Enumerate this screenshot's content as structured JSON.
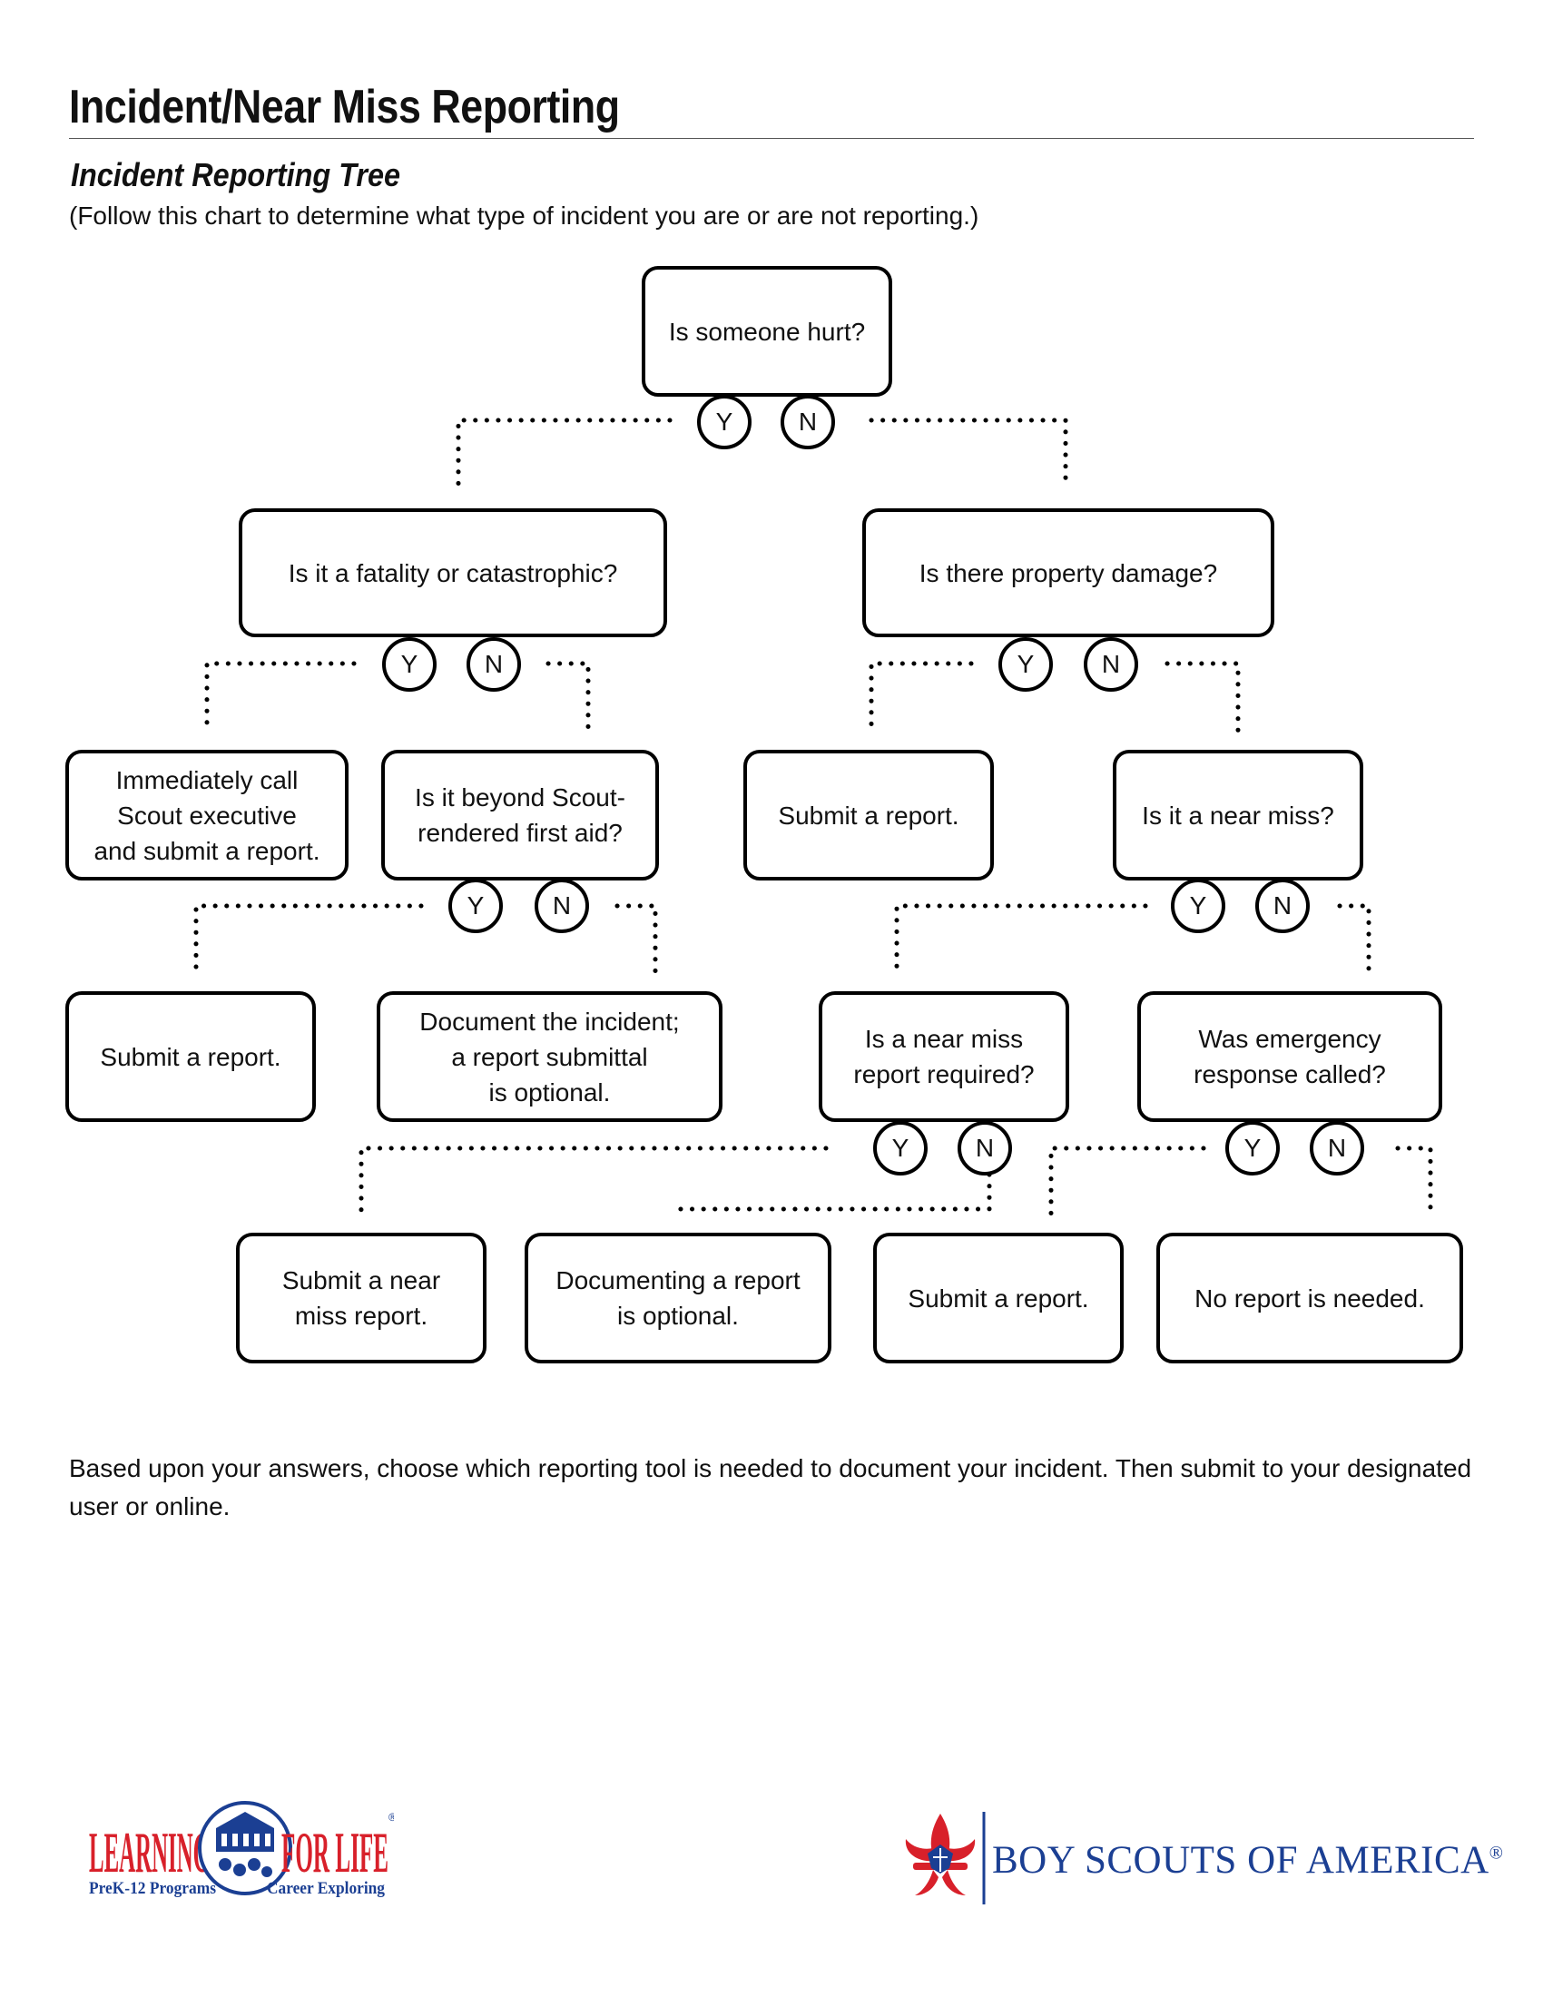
{
  "header": {
    "title": "Incident/Near Miss Reporting",
    "subtitle": "Incident Reporting Tree",
    "intro": "(Follow this chart to determine what type of incident you are or are not reporting.)"
  },
  "tree": {
    "yes": "Y",
    "no": "N",
    "nodes": {
      "someone_hurt": "Is someone hurt?",
      "fatality": "Is it a fatality or catastrophic?",
      "property_damage": "Is there property damage?",
      "call_executive": "Immediately call\nScout executive\nand submit a report.",
      "beyond_first_aid": "Is it beyond Scout-\nrendered first aid?",
      "submit_report_pd": "Submit a report.",
      "near_miss": "Is it a near miss?",
      "submit_report_fa": "Submit a report.",
      "document_incident": "Document the incident;\na report submittal\nis optional.",
      "near_miss_required": "Is a near miss\nreport required?",
      "emergency_response": "Was emergency\nresponse called?",
      "submit_near_miss": "Submit a near\nmiss report.",
      "documenting_optional": "Documenting a report\nis optional.",
      "submit_report_er": "Submit a report.",
      "no_report": "No report is needed."
    }
  },
  "footer": {
    "text": "Based upon your answers, choose which reporting tool is needed to document your incident. Then submit to your designated user or online."
  },
  "logos": {
    "lfl_left": "LEARNING",
    "lfl_right": "FOR LIFE",
    "lfl_tag_left": "PreK-12 Programs",
    "lfl_tag_right": "Career Exploring",
    "bsa": "BOY SCOUTS OF AMERICA",
    "bsa_mark": "®",
    "lfl_mark": "®"
  },
  "colors": {
    "lfl_red": "#d8202a",
    "lfl_blue": "#1b3f93",
    "bsa_blue": "#1b3f93",
    "bsa_red": "#d8202a"
  }
}
